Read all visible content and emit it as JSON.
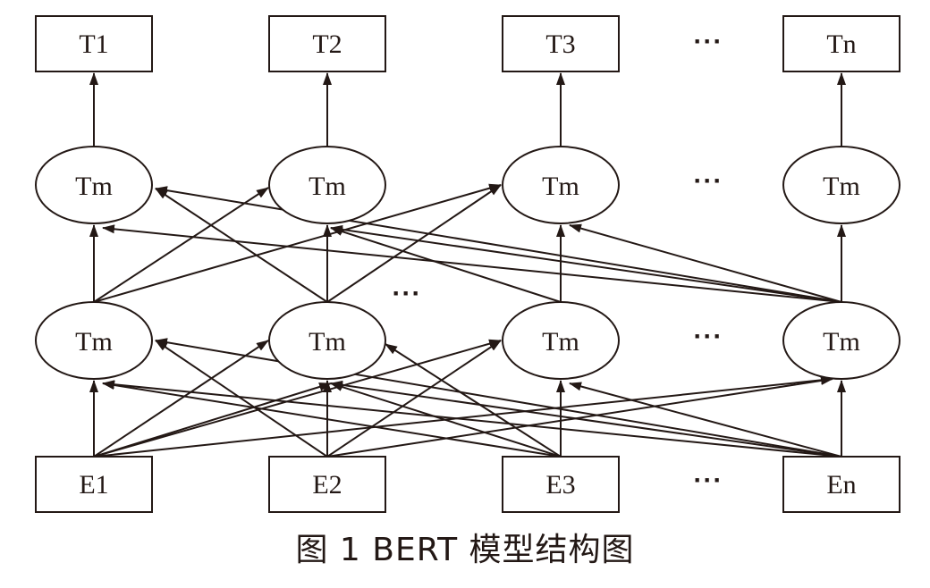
{
  "caption": "图 1   BERT 模型结构图",
  "outputs": [
    "T1",
    "T2",
    "T3",
    "Tn"
  ],
  "upper_layer": [
    "Tm",
    "Tm",
    "Tm",
    "Tm"
  ],
  "lower_layer": [
    "Tm",
    "Tm",
    "Tm",
    "Tm"
  ],
  "inputs": [
    "E1",
    "E2",
    "E3",
    "En"
  ],
  "ellipsis": "···",
  "colors": {
    "stroke": "#231815",
    "background": "#ffffff"
  }
}
